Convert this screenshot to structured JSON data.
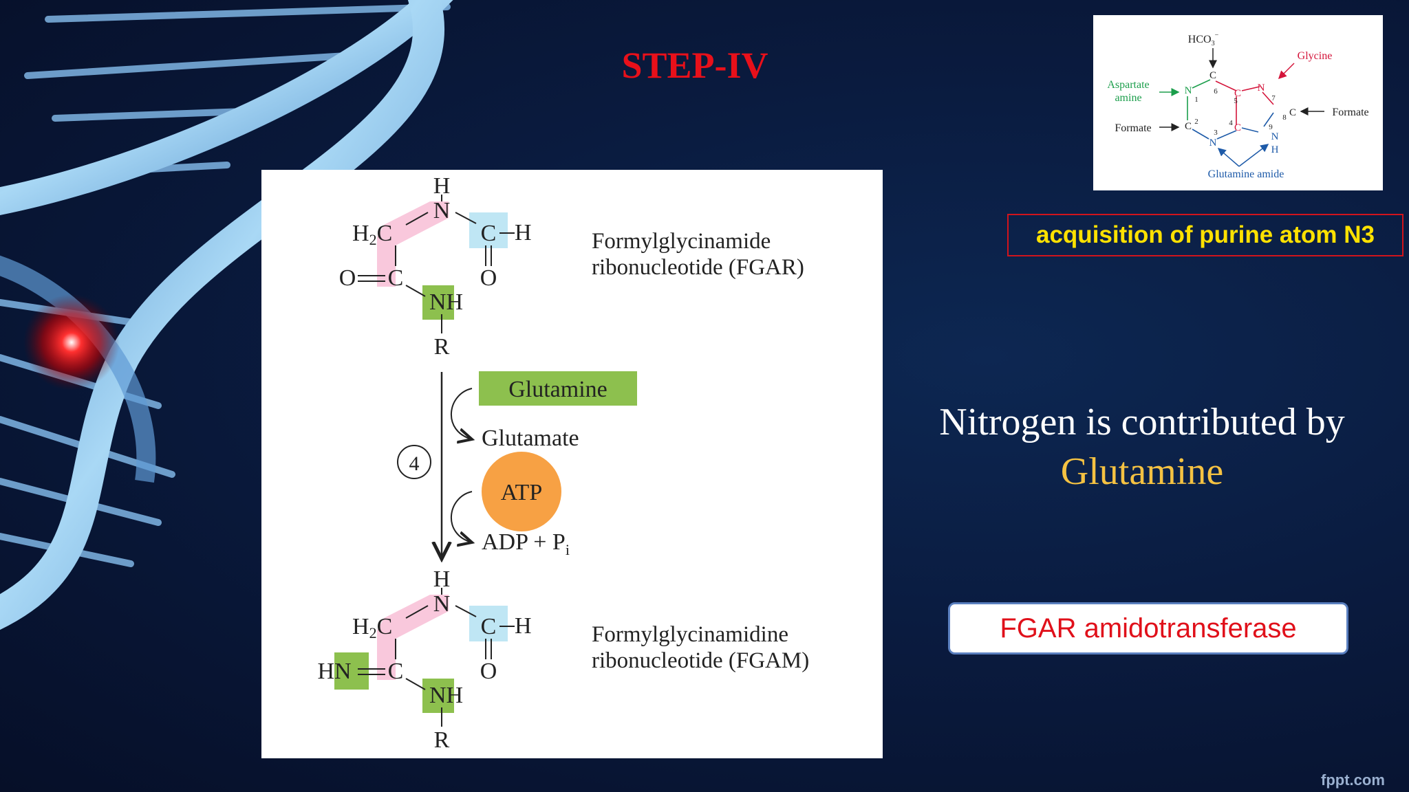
{
  "slide": {
    "title": "STEP-IV",
    "acquisition": "acquisition of purine atom N3",
    "nitrogen_line1": "Nitrogen is contributed by",
    "nitrogen_line2": "Glutamine",
    "enzyme": "FGAR amidotransferase",
    "watermark": "fppt.com"
  },
  "colors": {
    "title": "#e8101a",
    "highlight": "#f5c242",
    "pink": "#f9c8dc",
    "cyan": "#bfe6f4",
    "green": "#8dc04e",
    "orange": "#f7a144",
    "aspartate": "#1b9e4b",
    "glycine": "#d4143a",
    "glutamine_amide": "#1d5aa8"
  },
  "purine": {
    "hco3": "HCO",
    "hco3_sub": "3",
    "hco3_sup": "−",
    "glycine": "Glycine",
    "aspartate_1": "Aspartate",
    "aspartate_2": "amine",
    "formate_left": "Formate",
    "formate_right": "Formate",
    "glutamine_amide": "Glutamine amide",
    "atoms": {
      "c6": "C",
      "c5": "C",
      "c4": "C",
      "c2": "C",
      "c8": "C",
      "n1": "N",
      "n3": "N",
      "n7": "N",
      "n9": "N",
      "h9": "H"
    },
    "numbers": {
      "n1": "1",
      "c2": "2",
      "n3": "3",
      "c4": "4",
      "c5": "5",
      "c6": "6",
      "n7": "7",
      "c8": "8",
      "n9": "9"
    }
  },
  "reaction": {
    "fgar_name_1": "Formylglycinamide",
    "fgar_name_2": "ribonucleotide (FGAR)",
    "fgam_name_1": "Formylglycinamidine",
    "fgam_name_2": "ribonucleotide (FGAM)",
    "glutamine": "Glutamine",
    "glutamate": "Glutamate",
    "atp": "ATP",
    "adp": "ADP + P",
    "adp_sub": "i",
    "step": "4",
    "atoms": {
      "h": "H",
      "n": "N",
      "h2c": "H",
      "h2c_sub": "2",
      "h2c_c": "C",
      "c": "C",
      "ch": "H",
      "o": "O",
      "nh": "NH",
      "r": "R",
      "hn": "HN"
    }
  }
}
